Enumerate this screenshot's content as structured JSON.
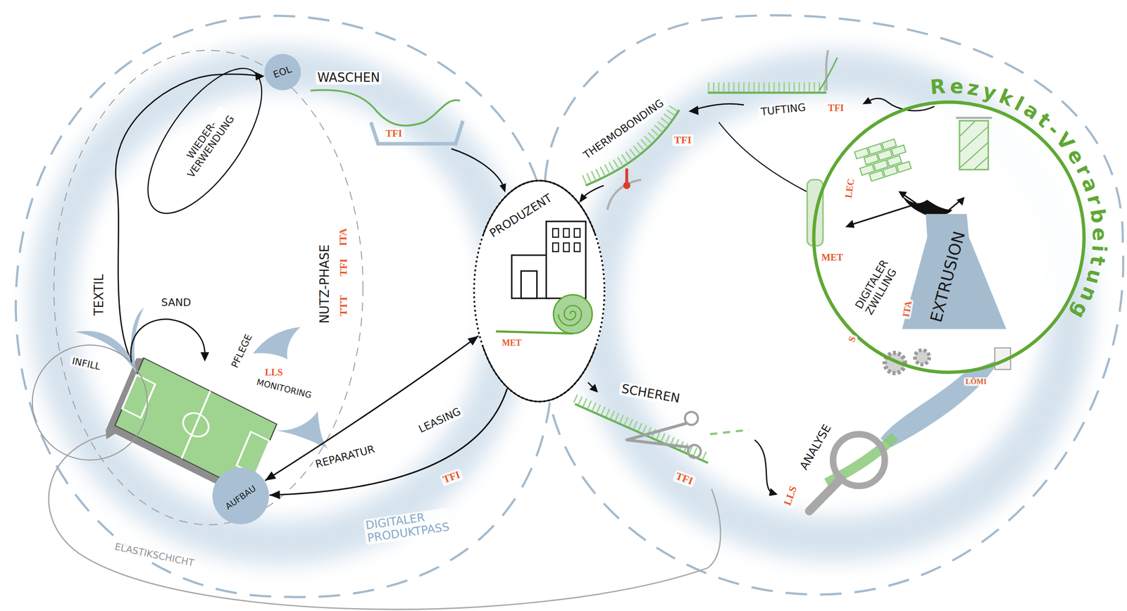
{
  "diagram": {
    "nodes": [
      {
        "text": [
          "EOL"
        ]
      },
      {
        "text": [
          "PRODUZENT",
          "MET"
        ]
      },
      {
        "text": [
          "AUFBAU"
        ]
      },
      {
        "text": [
          "Rezyklat-Verarbeitung"
        ]
      },
      {
        "text": [
          "EXTRUSION"
        ],
        "in": 3
      }
    ],
    "edges": [
      {
        "from": 2,
        "to": 1,
        "label": "REPARATUR",
        "arrow": "both"
      },
      {
        "from": 1,
        "to": 2,
        "label": "LEASING",
        "arrow": "to"
      }
    ],
    "labels": [
      "WASCHEN",
      "TFI",
      "WIEDER- VERWENDUNG",
      "TEXTIL",
      "SAND",
      "INFILL",
      "PFLEGE",
      "LLS",
      "MONITORING",
      "NUTZ-PHASE",
      "ITA",
      "TFI",
      "TTT",
      "DIGITALER PRODUKTPASS",
      "TFI",
      "ELASTIKSCHICHT",
      "THERMOBONDING",
      "TFI",
      "TUFTING",
      "TFI",
      "LEC",
      "MET",
      "DIGITALER ZWILLING",
      "ITA",
      "S",
      "LÖMI",
      "SCHEREN",
      "TFI",
      "ANALYSE",
      "LLS"
    ]
  }
}
